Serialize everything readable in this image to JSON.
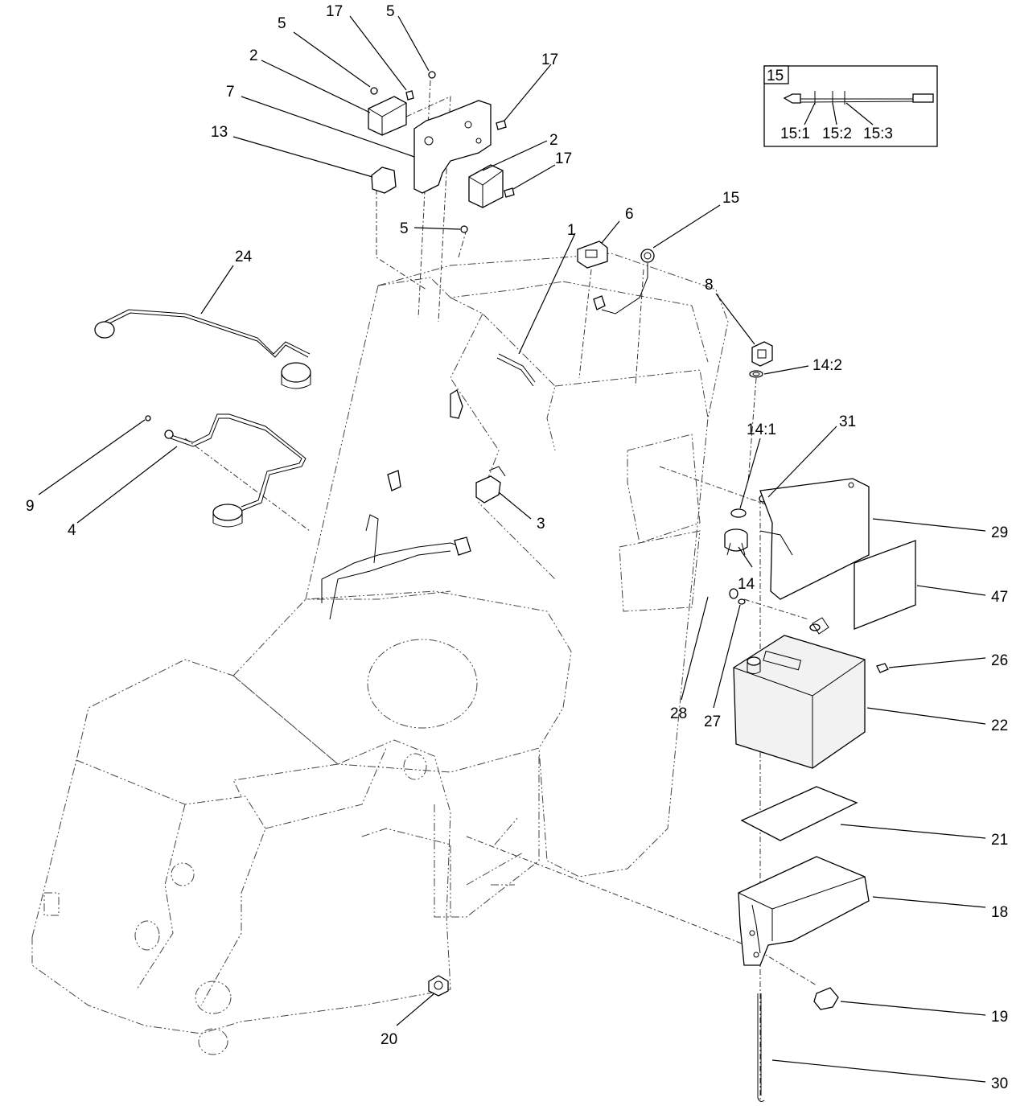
{
  "diagram": {
    "callouts": [
      {
        "id": "c1",
        "text": "1"
      },
      {
        "id": "c2a",
        "text": "2"
      },
      {
        "id": "c2b",
        "text": "2"
      },
      {
        "id": "c3",
        "text": "3"
      },
      {
        "id": "c4",
        "text": "4"
      },
      {
        "id": "c5a",
        "text": "5"
      },
      {
        "id": "c5b",
        "text": "5"
      },
      {
        "id": "c5c",
        "text": "5"
      },
      {
        "id": "c6",
        "text": "6"
      },
      {
        "id": "c7",
        "text": "7"
      },
      {
        "id": "c8",
        "text": "8"
      },
      {
        "id": "c9",
        "text": "9"
      },
      {
        "id": "c13",
        "text": "13"
      },
      {
        "id": "c14",
        "text": "14"
      },
      {
        "id": "c14_1",
        "text": "14:1"
      },
      {
        "id": "c14_2",
        "text": "14:2"
      },
      {
        "id": "c15",
        "text": "15"
      },
      {
        "id": "c17a",
        "text": "17"
      },
      {
        "id": "c17b",
        "text": "17"
      },
      {
        "id": "c17c",
        "text": "17"
      },
      {
        "id": "c18",
        "text": "18"
      },
      {
        "id": "c19",
        "text": "19"
      },
      {
        "id": "c20",
        "text": "20"
      },
      {
        "id": "c21",
        "text": "21"
      },
      {
        "id": "c22",
        "text": "22"
      },
      {
        "id": "c24",
        "text": "24"
      },
      {
        "id": "c26",
        "text": "26"
      },
      {
        "id": "c27",
        "text": "27"
      },
      {
        "id": "c28",
        "text": "28"
      },
      {
        "id": "c29",
        "text": "29"
      },
      {
        "id": "c30",
        "text": "30"
      },
      {
        "id": "c31",
        "text": "31"
      },
      {
        "id": "c47",
        "text": "47"
      }
    ],
    "inset": {
      "title": "15",
      "parts": [
        "15:1",
        "15:2",
        "15:3"
      ]
    }
  }
}
